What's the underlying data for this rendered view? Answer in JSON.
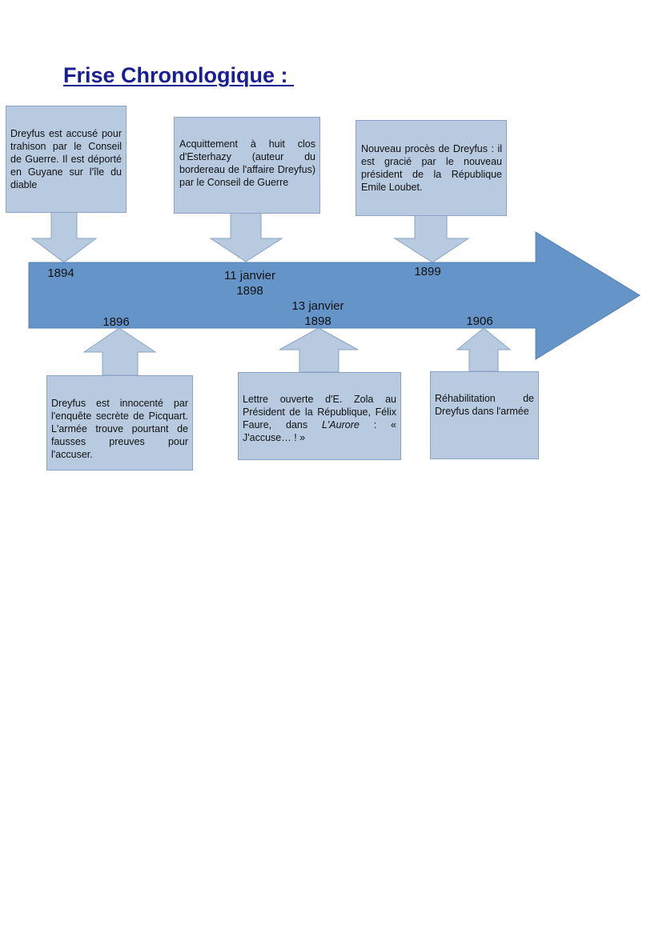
{
  "title": "Frise Chronologique : ",
  "colors": {
    "title": "#1a1f8f",
    "arrow": "#6494c8",
    "box_fill": "#b8cae0",
    "box_border": "#8aa3c6"
  },
  "events_top": [
    {
      "date": "1894",
      "text": "Dreyfus est accusé pour trahison par le Conseil de Guerre. Il est déporté en Guyane sur l'île du diable"
    },
    {
      "date_line1": "11 janvier",
      "date_line2": "1898",
      "text": "Acquittement à huit clos d'Esterhazy (auteur du bordereau de l'affaire Dreyfus) par le Conseil de Guerre"
    },
    {
      "date": "1899",
      "text": "Nouveau procès de Dreyfus : il est gracié par le nouveau président de la République Emile Loubet."
    }
  ],
  "events_bottom": [
    {
      "date": "1896",
      "text": "Dreyfus est innocenté par l'enquête secrète de Picquart. L'armée trouve pourtant de fausses preuves pour l'accuser."
    },
    {
      "date_line1": "13 janvier",
      "date_line2": "1898",
      "text_part1": "Lettre ouverte d'E. Zola au Président de la République, Félix Faure, dans ",
      "text_italic": "L'Aurore",
      "text_part2": " : « J'accuse… ! »"
    },
    {
      "date": "1906",
      "text": "Réhabilitation de Dreyfus dans l'armée"
    }
  ]
}
